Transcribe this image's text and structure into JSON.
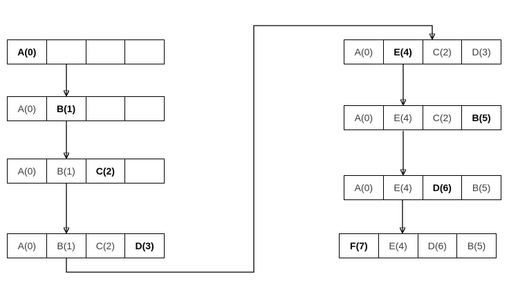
{
  "diagram": {
    "kind": "array-state-sequence",
    "slot_count": 4,
    "states": [
      {
        "id": "state-1",
        "cells": [
          {
            "text": "A(0)",
            "bold": true
          },
          {
            "text": "",
            "bold": false
          },
          {
            "text": "",
            "bold": false
          },
          {
            "text": "",
            "bold": false
          }
        ]
      },
      {
        "id": "state-2",
        "cells": [
          {
            "text": "A(0)",
            "bold": false
          },
          {
            "text": "B(1)",
            "bold": true
          },
          {
            "text": "",
            "bold": false
          },
          {
            "text": "",
            "bold": false
          }
        ]
      },
      {
        "id": "state-3",
        "cells": [
          {
            "text": "A(0)",
            "bold": false
          },
          {
            "text": "B(1)",
            "bold": false
          },
          {
            "text": "C(2)",
            "bold": true
          },
          {
            "text": "",
            "bold": false
          }
        ]
      },
      {
        "id": "state-4",
        "cells": [
          {
            "text": "A(0)",
            "bold": false
          },
          {
            "text": "B(1)",
            "bold": false
          },
          {
            "text": "C(2)",
            "bold": false
          },
          {
            "text": "D(3)",
            "bold": true
          }
        ]
      },
      {
        "id": "state-5",
        "cells": [
          {
            "text": "A(0)",
            "bold": false
          },
          {
            "text": "E(4)",
            "bold": true
          },
          {
            "text": "C(2)",
            "bold": false
          },
          {
            "text": "D(3)",
            "bold": false
          }
        ]
      },
      {
        "id": "state-6",
        "cells": [
          {
            "text": "A(0)",
            "bold": false
          },
          {
            "text": "E(4)",
            "bold": false
          },
          {
            "text": "C(2)",
            "bold": false
          },
          {
            "text": "B(5)",
            "bold": true
          }
        ]
      },
      {
        "id": "state-7",
        "cells": [
          {
            "text": "A(0)",
            "bold": false
          },
          {
            "text": "E(4)",
            "bold": false
          },
          {
            "text": "D(6)",
            "bold": true
          },
          {
            "text": "B(5)",
            "bold": false
          }
        ]
      },
      {
        "id": "state-8",
        "cells": [
          {
            "text": "F(7)",
            "bold": true
          },
          {
            "text": "E(4)",
            "bold": false
          },
          {
            "text": "D(6)",
            "bold": false
          },
          {
            "text": "B(5)",
            "bold": false
          }
        ]
      }
    ],
    "arrows": [
      {
        "from": "state-1",
        "to": "state-2",
        "route": "straight-down"
      },
      {
        "from": "state-2",
        "to": "state-3",
        "route": "straight-down"
      },
      {
        "from": "state-3",
        "to": "state-4",
        "route": "straight-down"
      },
      {
        "from": "state-4",
        "to": "state-5",
        "route": "down-right-up-over"
      },
      {
        "from": "state-5",
        "to": "state-6",
        "route": "straight-down"
      },
      {
        "from": "state-6",
        "to": "state-7",
        "route": "straight-down"
      },
      {
        "from": "state-7",
        "to": "state-8",
        "route": "straight-down"
      }
    ]
  },
  "colors": {
    "background": "#ffffff",
    "border": "#000000",
    "text_normal": "#3c3c3c",
    "text_bold": "#000000",
    "arrow": "#000000"
  }
}
